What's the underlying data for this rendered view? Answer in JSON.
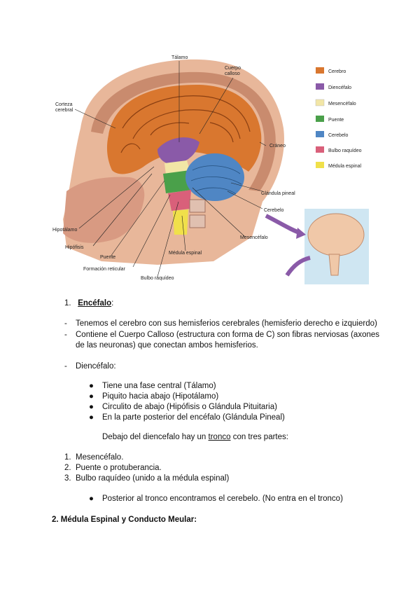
{
  "figure": {
    "labels": {
      "talamo": "Tálamo",
      "cuerpo_calloso_1": "Cuerpo",
      "cuerpo_calloso_2": "calloso",
      "corteza_1": "Corteza",
      "corteza_2": "cerebral",
      "craneo": "Cráneo",
      "glandula_pineal": "Glándula pineal",
      "cerebelo": "Cerebelo",
      "mesencefalo": "Mesencéfalo",
      "medula_espinal": "Médula espinal",
      "bulbo_raquideo": "Bulbo raquídeo",
      "formacion_reticular": "Formación reticular",
      "puente": "Puente",
      "hipofisis": "Hipófisis",
      "hipotalamo": "Hipotálamo"
    },
    "legend": [
      {
        "label": "Cerebro",
        "color": "#d9772f"
      },
      {
        "label": "Diencéfalo",
        "color": "#8a5aa8"
      },
      {
        "label": "Mesencéfalo",
        "color": "#f2e6a6"
      },
      {
        "label": "Puente",
        "color": "#4aa04a"
      },
      {
        "label": "Cerebelo",
        "color": "#4f86c4"
      },
      {
        "label": "Bulbo raquídeo",
        "color": "#d9607a"
      },
      {
        "label": "Médula espinal",
        "color": "#f0e04a"
      }
    ]
  },
  "section1": {
    "number": "1.",
    "title": "Encéfalo",
    "colon": ":"
  },
  "dash_items": [
    "Tenemos el cerebro con sus hemisferios cerebrales (hemisferio derecho e izquierdo)",
    "Contiene el Cuerpo Calloso (estructura con forma de C) son fibras nerviosas (axones",
    "de las neuronas) que conectan ambos hemisferios."
  ],
  "diencefalo": "Diencéfalo:",
  "bullets": [
    "Tiene una fase central (Tálamo)",
    "Piquito hacia abajo (Hipotálamo)",
    "Circulito de abajo (Hipófisis o Glándula Pituitaria)",
    "En la parte posterior del encéfalo (Glándula Pineal)"
  ],
  "tronco_sentence": {
    "before": "Debajo del diencefalo hay un ",
    "underlined": "tronco",
    "after": " con tres partes:"
  },
  "numbered": [
    {
      "n": "1.",
      "text": "Mesencéfalo."
    },
    {
      "n": "2.",
      "text": "Puente o protuberancia."
    },
    {
      "n": "3.",
      "text": "Bulbo raquídeo (unido a la médula espinal)"
    }
  ],
  "posterior_bullet": "Posterior al tronco encontramos el cerebelo. (No entra en el tronco)",
  "section2": "2. Médula Espinal y Conducto Meular:"
}
